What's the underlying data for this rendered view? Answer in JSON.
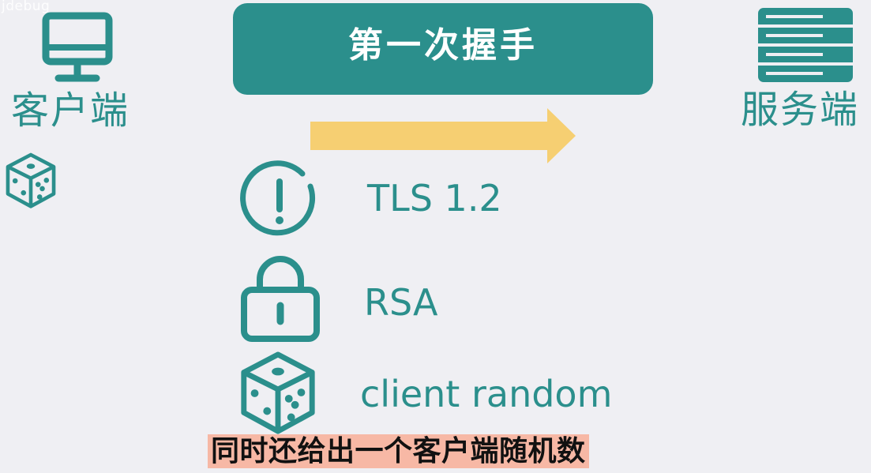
{
  "watermark": "jdebug",
  "client": {
    "label": "客户端",
    "icon": "monitor-icon",
    "random_icon": "dice-icon"
  },
  "server": {
    "label": "服务端",
    "icon": "server-rack-icon"
  },
  "banner": {
    "title": "第一次握手"
  },
  "arrow": {
    "direction": "client-to-server",
    "color": "#f6cf72"
  },
  "items": [
    {
      "icon": "alert-circle-icon",
      "label": "TLS 1.2"
    },
    {
      "icon": "lock-icon",
      "label": "RSA"
    },
    {
      "icon": "dice-icon",
      "label": "client random"
    }
  ],
  "subtitle": "同时还给出一个客户端随机数",
  "colors": {
    "accent": "#2b8f8c",
    "background": "#efeff3",
    "arrow": "#f6cf72",
    "subtitle_bg": "#f7b8a5"
  }
}
